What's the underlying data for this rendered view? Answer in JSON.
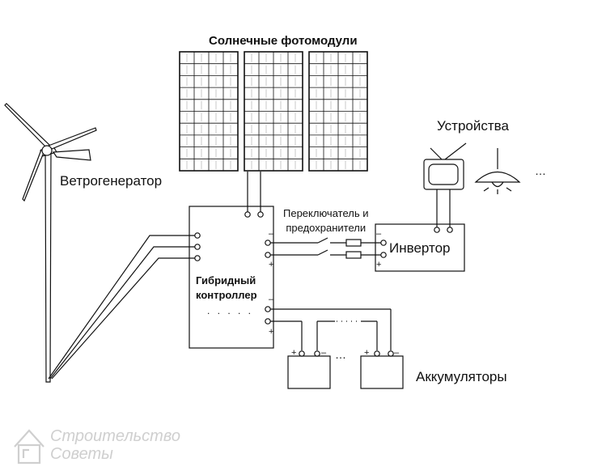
{
  "labels": {
    "solar_title": "Солнечные фотомодули",
    "wind": "Ветрогенератор",
    "devices": "Устройства",
    "switch_line1": "Переключатель и",
    "switch_line2": "предохранители",
    "inverter": "Инвертор",
    "controller_line1": "Гибридный",
    "controller_line2": "контроллер",
    "batteries": "Аккумуляторы",
    "ellipsis": "…",
    "plus": "+",
    "minus": "–"
  },
  "watermark": {
    "line1": "Строительство",
    "line2": "Советы"
  },
  "colors": {
    "line": "#111111",
    "watermark": "#cfcfcf"
  }
}
